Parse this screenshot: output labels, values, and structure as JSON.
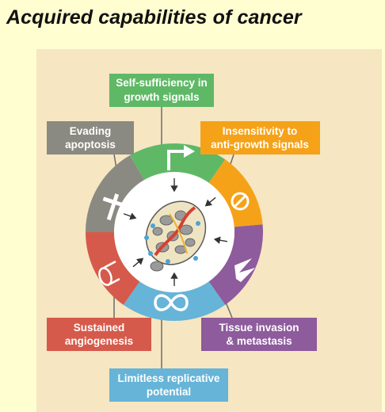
{
  "title": "Acquired capabilities of cancer",
  "capabilities": {
    "growth": {
      "line1": "Self-sufficiency in",
      "line2": "growth signals",
      "color": "#5fb866"
    },
    "insensitivity": {
      "line1": "Insensitivity to",
      "line2": "anti-growth signals",
      "color": "#f5a219"
    },
    "invasion": {
      "line1": "Tissue invasion",
      "line2": "& metastasis",
      "color": "#8e5b9c"
    },
    "replicative": {
      "line1": "Limitless replicative",
      "line2": "potential",
      "color": "#66b4d8"
    },
    "angiogenesis": {
      "line1": "Sustained",
      "line2": "angiogenesis",
      "color": "#d65a4b"
    },
    "apoptosis": {
      "line1": "Evading",
      "line2": "apoptosis",
      "color": "#8a8a82"
    }
  },
  "colors": {
    "background": "#fffed0",
    "panel": "#f6e6c2",
    "inner_circle": "#ffffff",
    "cell_border": "#5a5a5a"
  }
}
